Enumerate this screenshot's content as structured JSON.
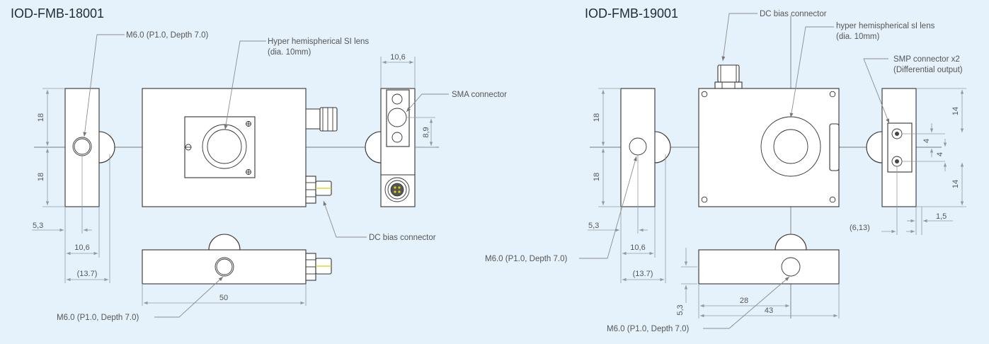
{
  "left": {
    "title": "IOD-FMB-18001",
    "labels": {
      "mount_top": "M6.0 (P1.0, Depth 7.0)",
      "lens_line1": "Hyper hemispherical SI lens",
      "lens_line2": "(dia. 10mm)",
      "sma": "SMA connector",
      "dc_bias": "DC bias connector",
      "mount_bottom": "M6.0 (P1.0, Depth 7.0)"
    },
    "dims": {
      "side_upper": "18",
      "side_lower": "18",
      "side_offset": "5,3",
      "side_width": "10,6",
      "side_total": "(13.7)",
      "bottom_length": "50",
      "end_width": "10,6",
      "sma_height": "8,9"
    }
  },
  "right": {
    "title": "IOD-FMB-19001",
    "labels": {
      "dc_bias": "DC bias connector",
      "lens_line1": "hyper hemispherical sI lens",
      "lens_line2": "(dia. 10mm)",
      "smp_line1": "SMP connector x2",
      "smp_line2": "(Differential output)",
      "mount_side": "M6.0 (P1.0, Depth 7.0)",
      "mount_bottom": "M6.0 (P1.0, Depth 7.0)"
    },
    "dims": {
      "side_upper": "18",
      "side_lower": "18",
      "side_offset": "5,3",
      "side_width": "10,6",
      "side_total": "(13.7)",
      "bottom_center": "28",
      "bottom_length": "43",
      "bottom_height": "5,3",
      "end_top": "14",
      "end_bottom": "14",
      "smp_pitch_upper": "4",
      "smp_pitch_lower": "4",
      "smp_offset": "(6,13)",
      "smp_gap": "1,5"
    }
  }
}
